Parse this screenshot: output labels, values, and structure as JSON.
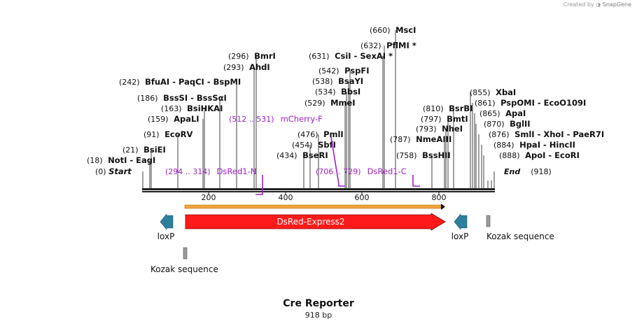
{
  "credit": {
    "prefix": "Created by",
    "brand": "SnapGene"
  },
  "map": {
    "title": "Cre Reporter",
    "length_label": "918 bp"
  },
  "sites": [
    {
      "name": "MscI",
      "pos": "(660)"
    },
    {
      "name": "PflMI *",
      "pos": "(632)"
    },
    {
      "name": "CsiI  - SexAI *",
      "pos": "(631)"
    },
    {
      "name": "BmrI",
      "pos": "(296)"
    },
    {
      "name": "AhdI",
      "pos": "(293)"
    },
    {
      "name": "PspFI",
      "pos": "(542)"
    },
    {
      "name": "BsaYI",
      "pos": "(538)"
    },
    {
      "name": "BfuAI  - PaqCI  - BspMI",
      "pos": "(242)"
    },
    {
      "name": "BbsI",
      "pos": "(534)"
    },
    {
      "name": "XbaI",
      "pos": "(855)"
    },
    {
      "name": "BssSI  - BssSαI",
      "pos": "(186)"
    },
    {
      "name": "MmeI",
      "pos": "(529)"
    },
    {
      "name": "PspOMI  - EcoO109I",
      "pos": "(861)"
    },
    {
      "name": "BsiHKAI",
      "pos": "(163)"
    },
    {
      "name": "BsrBI",
      "pos": "(810)"
    },
    {
      "name": "ApaI",
      "pos": "(865)"
    },
    {
      "name": "ApaLI",
      "pos": "(159)"
    },
    {
      "name": "BmtI",
      "pos": "(797)"
    },
    {
      "name": "BglII",
      "pos": "(870)"
    },
    {
      "name": "NheI",
      "pos": "(793)"
    },
    {
      "name": "SmlI  - XhoI  - PaeR7I",
      "pos": "(876)"
    },
    {
      "name": "EcoRV",
      "pos": "(91)"
    },
    {
      "name": "PmlI",
      "pos": "(476)"
    },
    {
      "name": "NmeAIII",
      "pos": "(787)"
    },
    {
      "name": "HpaI  - HincII",
      "pos": "(884)"
    },
    {
      "name": "SbfI",
      "pos": "(454)"
    },
    {
      "name": "BsiEI",
      "pos": "(21)"
    },
    {
      "name": "BseRI",
      "pos": "(434)"
    },
    {
      "name": "BssHII",
      "pos": "(758)"
    },
    {
      "name": "ApoI  - EcoRI",
      "pos": "(888)"
    },
    {
      "name": "NotI  - EagI",
      "pos": "(18)"
    },
    {
      "name": "Start",
      "pos": "(0)"
    },
    {
      "name": "End",
      "pos": "(918)"
    }
  ],
  "primers": [
    {
      "name": "mCherry-F",
      "range": "(512 .. 531)"
    },
    {
      "name": "DsRed1-N",
      "range": "(294 .. 314)"
    },
    {
      "name": "DsRed1-C",
      "range": "(706 .. 729)"
    }
  ],
  "ruler": {
    "ticks": [
      "200",
      "400",
      "600",
      "800"
    ]
  },
  "features": [
    {
      "name": "DsRed-Express2",
      "color": "#ff1a1a"
    },
    {
      "name": "loxP",
      "color": "#2e7f9c"
    },
    {
      "name": "loxP",
      "color": "#2e7f9c"
    },
    {
      "name": "Kozak sequence",
      "color": "#9a9a9a"
    },
    {
      "name": "Kozak sequence",
      "color": "#9a9a9a"
    }
  ],
  "colors": {
    "primer": "#a020c8",
    "orf": "#f0a33c",
    "backbone": "#222222"
  }
}
